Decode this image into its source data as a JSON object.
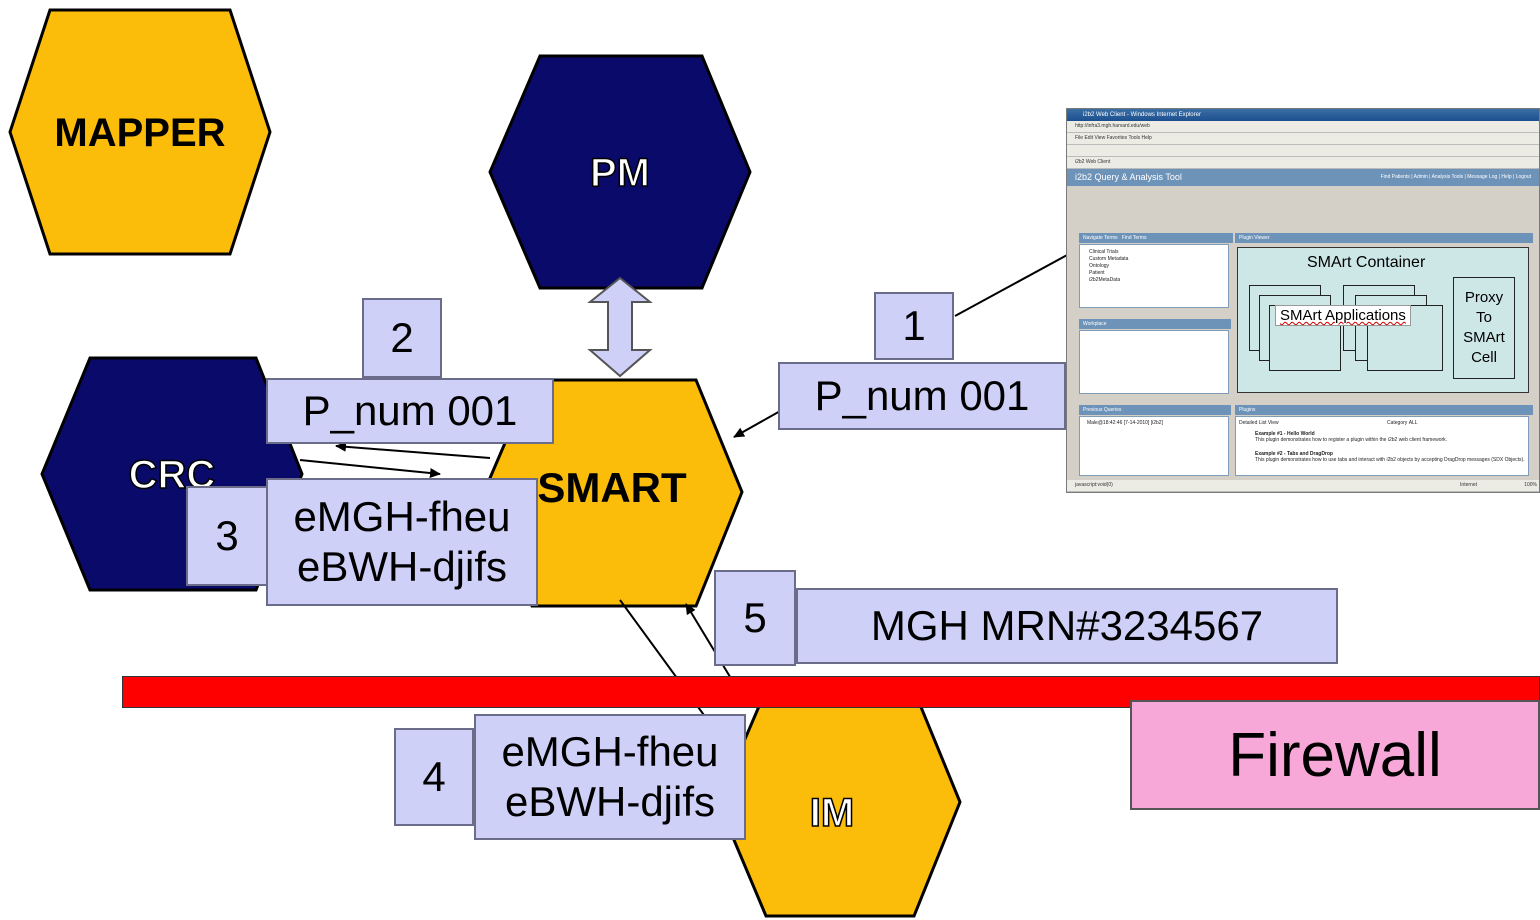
{
  "nodes": {
    "mapper": "MAPPER",
    "pm": "PM",
    "crc": "CRC",
    "smart": "SMART",
    "im": "IM"
  },
  "labels": {
    "step1_num": "1",
    "step1_text": "P_num 001",
    "step2_num": "2",
    "step2_text": "P_num 001",
    "step3_num": "3",
    "step3_line1": "eMGH-fheu",
    "step3_line2": "eBWH-djifs",
    "step4_num": "4",
    "step4_line1": "eMGH-fheu",
    "step4_line2": "eBWH-djifs",
    "step5_num": "5",
    "step5_text": "MGH MRN#3234567",
    "firewall": "Firewall"
  },
  "screenshot": {
    "window_title": "i2b2 Web Client - Windows Internet Explorer",
    "address": "http://infra3.mgh.harvard.edu/web",
    "menu": "File  Edit  View  Favorites  Tools  Help",
    "tab": "i2b2 Web Client",
    "app_title": "i2b2 Query & Analysis Tool",
    "app_nav": "Find Patients | Admin | Analysis Tools | Message Log | Help | Logout",
    "nav_terms": "Navigate Terms",
    "find_terms": "Find Terms",
    "tree_items": [
      "Clinical Trials",
      "Custom Metadata",
      "Ontology",
      "Patient",
      "i2b2MetaData"
    ],
    "workplace": "Workplace",
    "previous_queries": "Previous Queries",
    "query_item": "Male@18:42:46 [7-14-2010] [i2b2]",
    "plugin_viewer": "Plugin Viewer",
    "plugins": "Plugins",
    "plugin_view": "Detailed List View",
    "category": "Category",
    "category_value": "ALL",
    "example1_title": "Example #1 - Hello World",
    "example1_desc": "This plugin demonstrates how to register a plugin within the i2b2 web client framework.",
    "example2_title": "Example #2 - Tabs and DragDrop",
    "example2_desc": "This plugin demonstrates how to use tabs and interact with i2b2 objects by accepting DragDrop messages (SDX Objects).",
    "status_left": "javascript:void(0)",
    "status_zone": "Internet",
    "status_zoom": "100%",
    "smart_container": "SMArt Container",
    "smart_applications": "SMArt Applications",
    "proxy": [
      "Proxy",
      "To",
      "SMArt",
      "Cell"
    ]
  },
  "colors": {
    "hex_gold": "#fbbd0a",
    "hex_navy": "#0a0a6b",
    "box_fill": "#cfd0f7",
    "firewall_bar": "#ff0000",
    "firewall_box": "#f7a8d8"
  }
}
